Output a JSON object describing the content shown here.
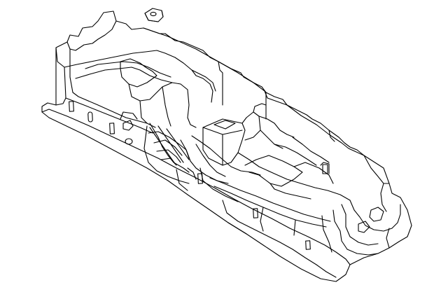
{
  "figure": {
    "kind": "technical-line-drawing",
    "parts": [
      "floor-panel",
      "clip"
    ],
    "colors": {
      "ink": "#000000",
      "background": "#ffffff"
    }
  }
}
